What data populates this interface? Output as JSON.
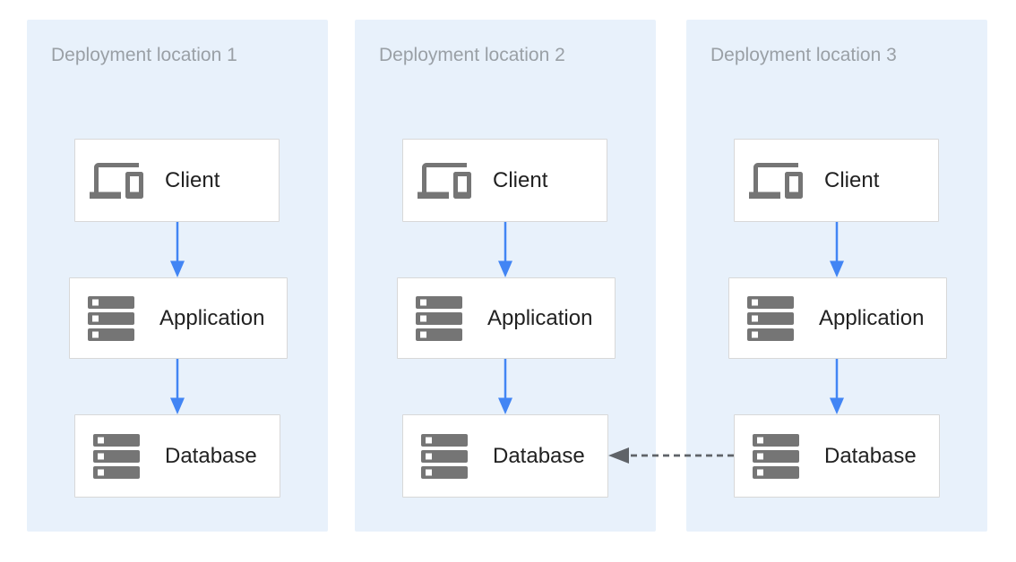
{
  "diagram": {
    "panels": [
      {
        "title": "Deployment location 1",
        "nodes": [
          {
            "label": "Client",
            "icon": "devices-icon"
          },
          {
            "label": "Application",
            "icon": "server-stack-icon"
          },
          {
            "label": "Database",
            "icon": "server-stack-icon"
          }
        ]
      },
      {
        "title": "Deployment location 2",
        "nodes": [
          {
            "label": "Client",
            "icon": "devices-icon"
          },
          {
            "label": "Application",
            "icon": "server-stack-icon"
          },
          {
            "label": "Database",
            "icon": "server-stack-icon"
          }
        ]
      },
      {
        "title": "Deployment location 3",
        "nodes": [
          {
            "label": "Client",
            "icon": "devices-icon"
          },
          {
            "label": "Application",
            "icon": "server-stack-icon"
          },
          {
            "label": "Database",
            "icon": "server-stack-icon"
          }
        ]
      }
    ],
    "connections": {
      "within_each_panel": [
        {
          "from": "Client",
          "to": "Application",
          "style": "solid",
          "color": "#4285f4"
        },
        {
          "from": "Application",
          "to": "Database",
          "style": "solid",
          "color": "#4285f4"
        }
      ],
      "cross_panel": {
        "from": {
          "panel": "Deployment location 3",
          "node": "Database"
        },
        "to": {
          "panel": "Deployment location 2",
          "node": "Database"
        },
        "style": "dashed",
        "direction": "right-to-left",
        "color": "#5f6368"
      }
    },
    "colors": {
      "page_background": "#ffffff",
      "panel_background": "#e8f1fb",
      "panel_title_text": "#9aa0a6",
      "node_background": "#ffffff",
      "node_border": "#d8d8d8",
      "node_text": "#212121",
      "icon_gray": "#757575",
      "arrow_blue": "#4285f4",
      "arrow_dashed_gray": "#5f6368"
    }
  }
}
